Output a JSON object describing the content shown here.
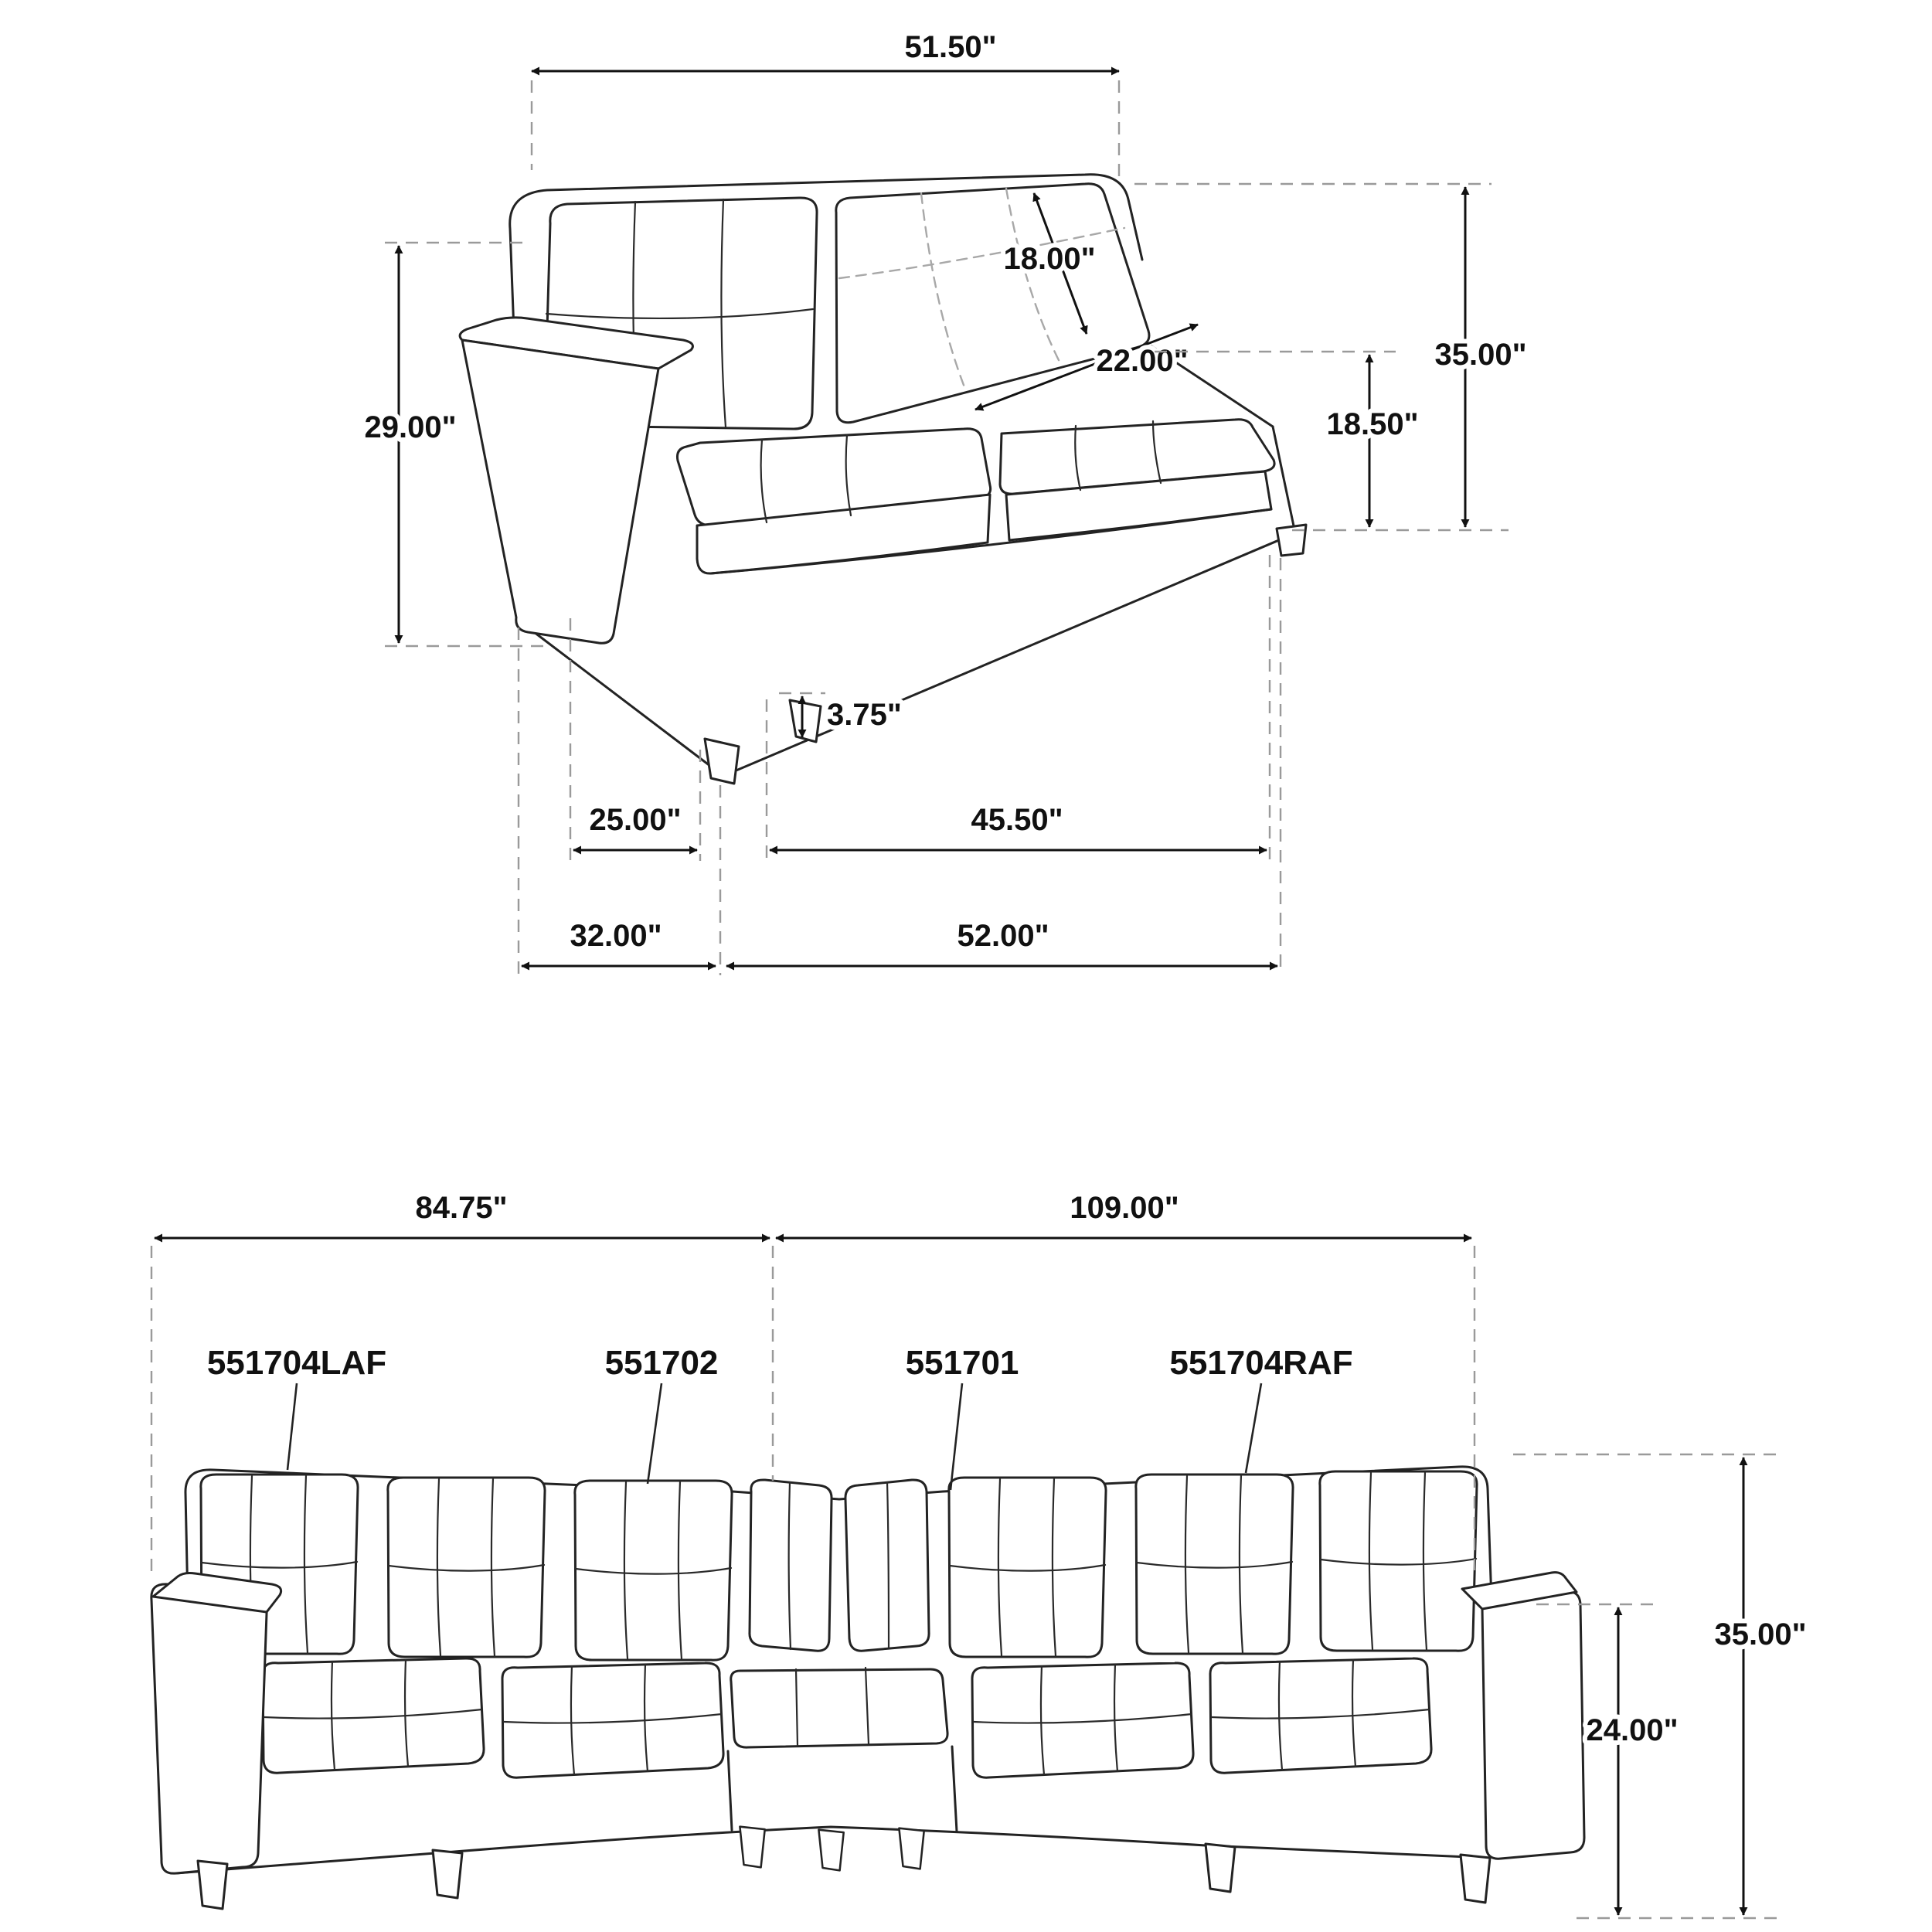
{
  "meta": {
    "title": "Sofa and sectional dimension diagram"
  },
  "colors": {
    "ink": "#111111",
    "hidden_line": "#a8a8a8",
    "background": "#ffffff"
  },
  "loveseat": {
    "dims": {
      "back_width": "51.50\"",
      "back_cushion": "18.00\"",
      "seat_depth": "22.00\"",
      "overall_height": "35.00\"",
      "seat_height": "18.50\"",
      "arm_height": "29.00\"",
      "leg_height": "3.75\"",
      "arm_front": "25.00\"",
      "leg_span": "45.50\"",
      "depth": "32.00\"",
      "overall_width": "52.00\""
    }
  },
  "sectional": {
    "dims": {
      "left_width": "84.75\"",
      "right_width": "109.00\"",
      "overall_height": "35.00\"",
      "back_height": "24.00\""
    },
    "parts": [
      "551704LAF",
      "551702",
      "551701",
      "551704RAF"
    ]
  }
}
